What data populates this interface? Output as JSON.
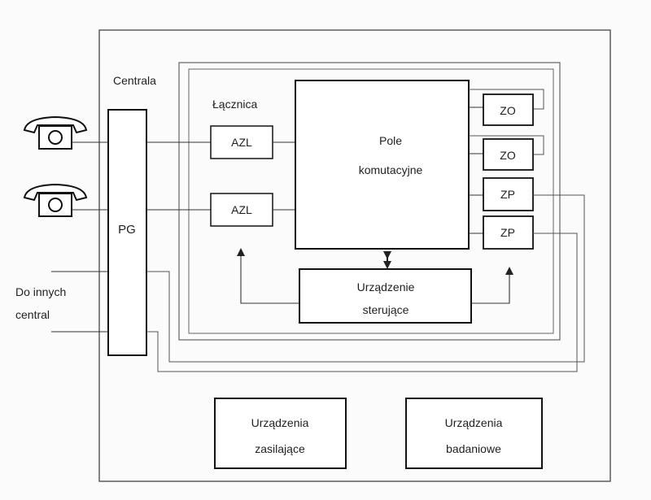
{
  "labels": {
    "centrala": "Centrala",
    "lacznica": "Łącznica",
    "pg": "PG",
    "azl_top": "AZL",
    "azl_bottom": "AZL",
    "pole_line1": "Pole",
    "pole_line2": "komutacyjne",
    "zo_top": "ZO",
    "zo_bottom": "ZO",
    "zp_top": "ZP",
    "zp_bottom": "ZP",
    "sterujace_line1": "Urządzenie",
    "sterujace_line2": "sterujące",
    "do_innych_line1": "Do innych",
    "do_innych_line2": "central",
    "zasilajace_line1": "Urządzenia",
    "zasilajace_line2": "zasilające",
    "badaniowe_line1": "Urządzenia",
    "badaniowe_line2": "badaniowe"
  },
  "icons": {
    "telephone_top": "telephone-icon",
    "telephone_bottom": "telephone-icon"
  }
}
